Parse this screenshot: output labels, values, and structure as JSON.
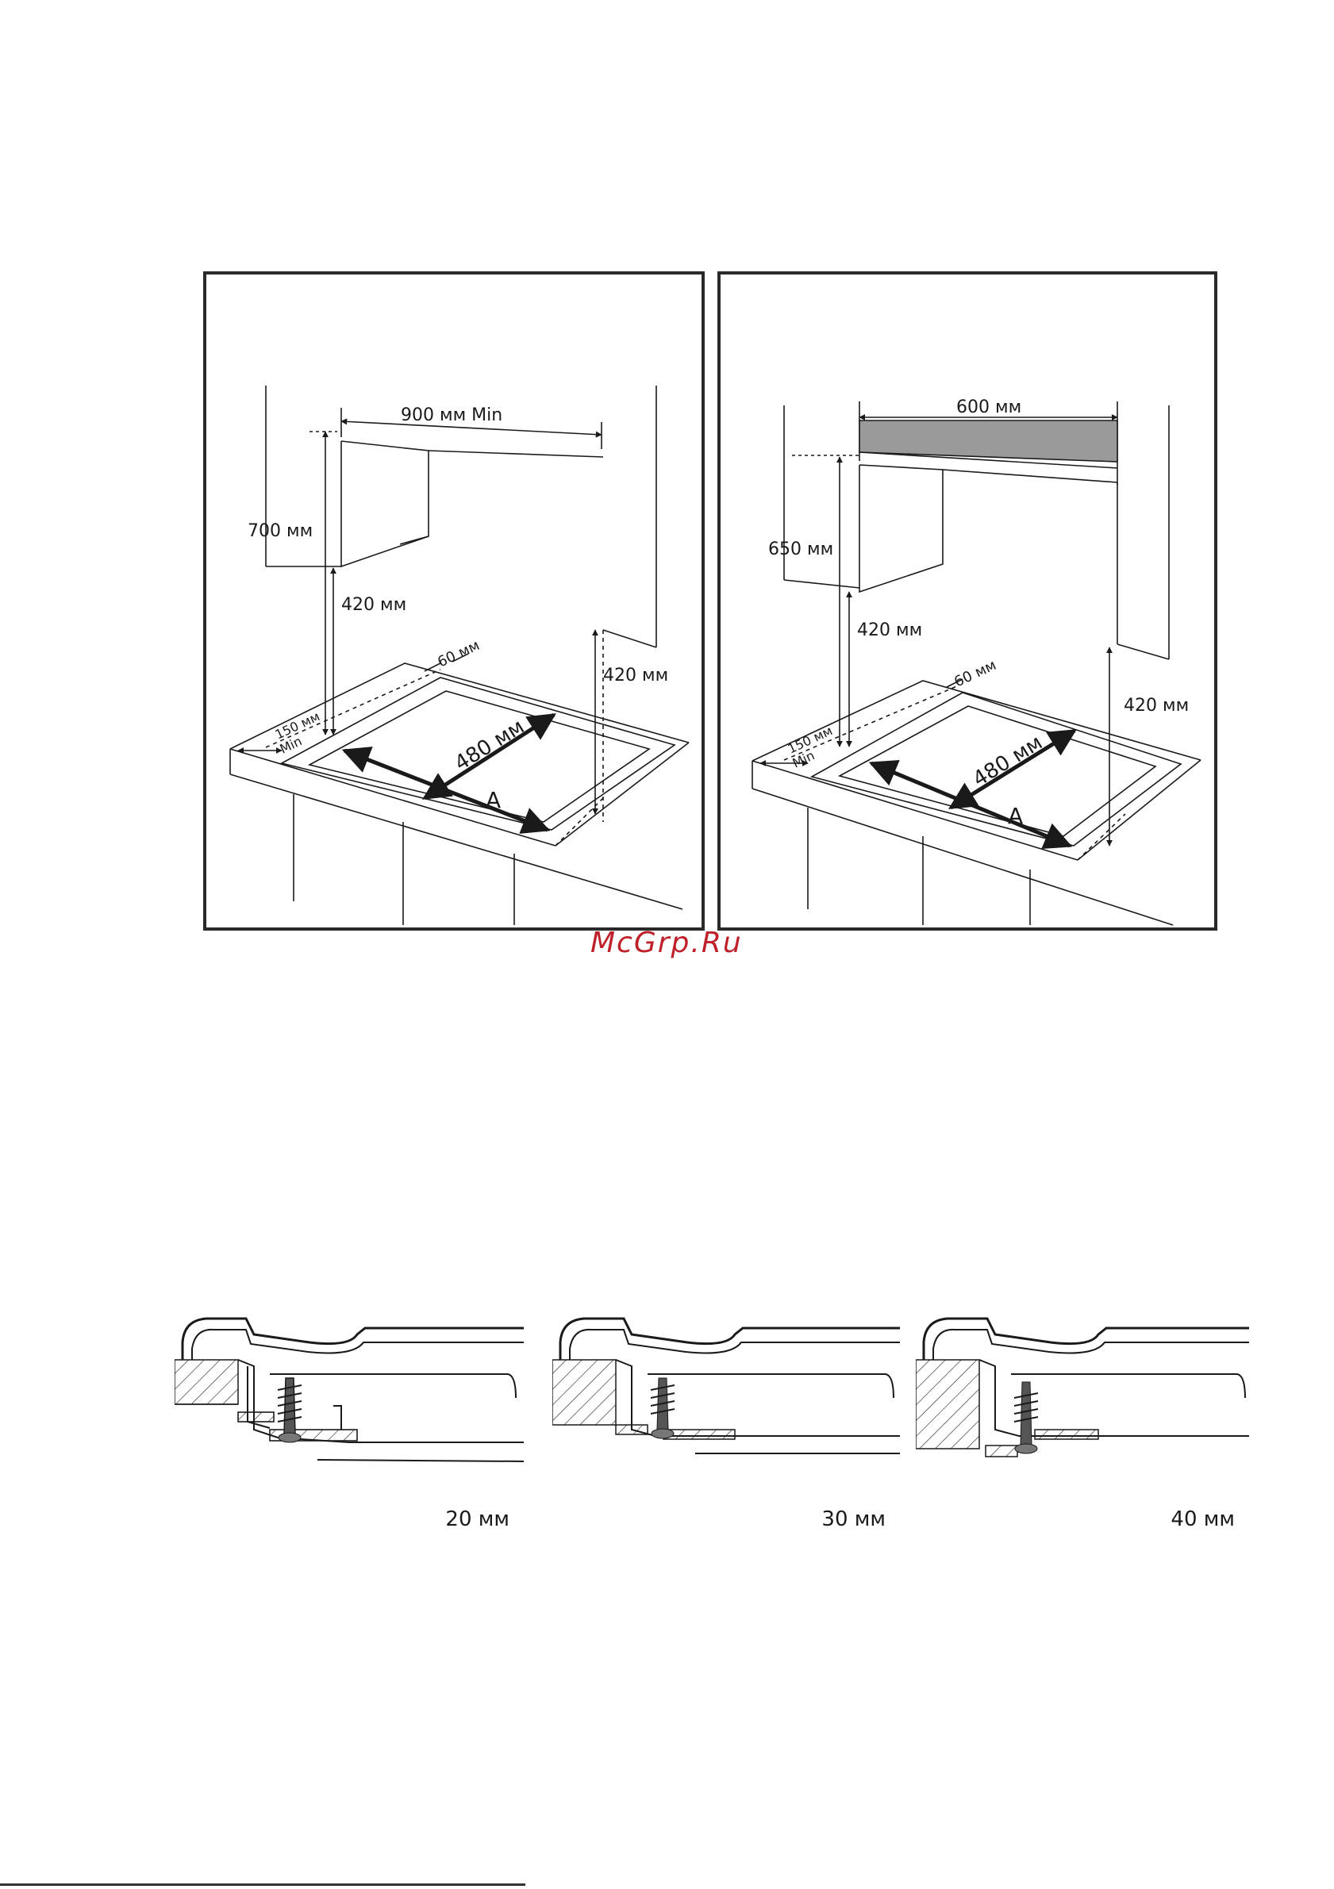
{
  "diagram_left": {
    "label_900": "900 мм Min",
    "label_700": "700 мм",
    "label_420_left": "420 мм",
    "label_420_right": "420 мм",
    "label_60": "60 мм",
    "label_150": "150 мм",
    "label_min": "Min",
    "label_480": "480 мм",
    "label_a": "A"
  },
  "diagram_right": {
    "label_600": "600 мм",
    "label_650": "650 мм",
    "label_420_left": "420 мм",
    "label_420_right": "420 мм",
    "label_60": "60 мм",
    "label_150": "150 мм",
    "label_min": "Min",
    "label_480": "480 мм",
    "label_a": "A"
  },
  "watermark": "McGrp.Ru",
  "fixings": [
    {
      "thickness": "20 мм"
    },
    {
      "thickness": "30 мм"
    },
    {
      "thickness": "40 мм"
    }
  ],
  "colors": {
    "hood": "#9a9a9a",
    "watermark": "#c0202a",
    "line": "#1a1a1a"
  }
}
